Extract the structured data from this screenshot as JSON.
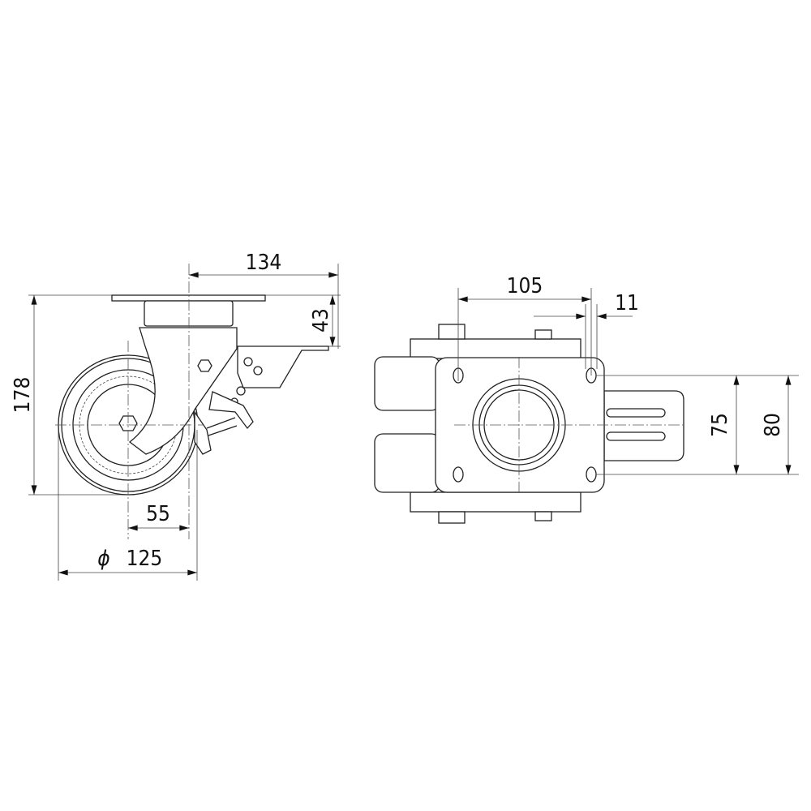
{
  "title": "Swivel castor with brake – dimension drawing",
  "side_view": {
    "dimensions": {
      "offset_width": "134",
      "brake_height": "43",
      "overall_height": "178",
      "swivel_offset": "55",
      "diameter_symbol": "ϕ",
      "wheel_diameter": "125"
    }
  },
  "top_view": {
    "dimensions": {
      "hole_spacing_x": "105",
      "hole_slot": "11",
      "hole_spacing_y": "75",
      "plate_width": "80"
    }
  },
  "colors": {
    "line": "#222222",
    "background": "#ffffff"
  }
}
